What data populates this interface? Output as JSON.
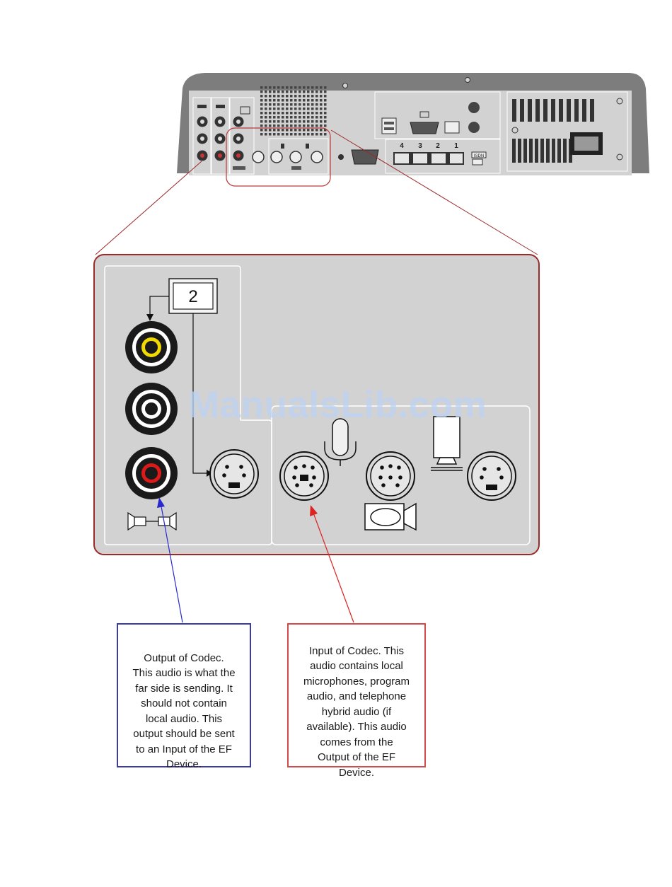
{
  "back_panel": {
    "network_port_labels": [
      "4",
      "3",
      "2",
      "1"
    ],
    "isdn_label": "ISDN"
  },
  "zoom_panel": {
    "input_selector_number": "2"
  },
  "callouts": {
    "output": "Output of Codec.\nThis audio is what the\nfar side is sending.  It\nshould not contain\nlocal audio.  This\noutput should be sent\nto an Input of the EF\nDevice.",
    "input": "Input of Codec.  This\naudio contains local\nmicrophones, program\naudio, and telephone\nhybrid audio (if\navailable).  This audio\ncomes from the\nOutput of the EF\nDevice."
  },
  "watermark": "ManualsLib.com",
  "colors": {
    "chassis": "#7d7d7d",
    "panel": "#d2d2d2",
    "zoom_border": "#9c2a2a",
    "blue_arrow": "#2a2acc",
    "red_arrow": "#dd2222",
    "rca_yellow": "#f2d900",
    "rca_white": "#ffffff",
    "rca_red": "#dd1a1a"
  }
}
